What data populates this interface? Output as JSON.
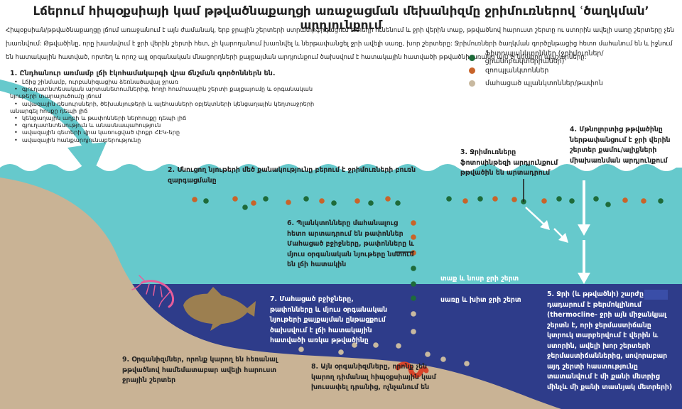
{
  "title": "Լճերում հիպօքսիայի կամ թթվածնաքաղցի առաջացման մեխանիզմը ջրիմուռներով ՙծաղկման՚ արդյունքում",
  "intro": "Հիպօքսիան/թթվածնաքաղցը լճում առաջանում է այն ժամանակ, երբ ջրային շերտերի ստրատիֆիկացում է տեղի ունենում և ջրի վերին տաք, թթվածնով հարուստ շերտը ու ստորին ավելի սառը շերտերը չեն խառնվում: Թթվածինը, որը խառնվում է ջրի վերին շերտի հետ, չի կարողանում խառնվել և ներթափանցել ջրի ավելի սառը, խոր շերտերը: Ջրիմուռների ծաղկման գործընթացից հետո մահանում են և իջնում են հատակային հատված, որտեղ և որոշ այլ օրգանական մնացորդների քայքայման արդյունքում ծախսվում է հատակային հատվածի թթվածնի առանց այն էլ նվազող պաշարները:",
  "step1": {
    "title": "1. Ընդհանուր առմամբ լճի էկոհամակարգի վրա ճնշման գործոններն են.",
    "items": [
      "Լճից շինմամբ, ուրբանիզացիա  ձեռնածավալ ջրառ",
      "գյուղատնտեսական արտանետումներից, հողի հումուսային շերտի քայքայումը և օրգանական նյութերի տարալուծումը լճում",
      "ավազային ռեսուրսների, ծեխանյութերի և ալեհասների օբյեկտների կենցաղային կեղտաջրերի անարգել հոսքը դեպի լիճ",
      "կենցաղային աղբի և թափոնների ներհոսքը դեպի լիճ",
      "գյուղատնտեսություն և անասնապահություն",
      "ավազային գետերի վրա կառուցված փոքր ՀԷԿ-երը",
      "ավազային հանքարդյունաբերությունը"
    ]
  },
  "legend": [
    {
      "label": "Ֆիտոպլանկտոններ (ջրիմուռներ/ցիանոբակտերիաներ)",
      "color": "#1e6b3a"
    },
    {
      "label": "զոոպլանկտոններ",
      "color": "#c8642a"
    },
    {
      "label": "մահացած պլանկտոններ/թափոն",
      "color": "#c8b9a0"
    }
  ],
  "labels": {
    "l2": "2. Սնուցող նյութերի մեծ քանակությունը բերում է ջրիմուռների բուռն զարգացմանը",
    "l3": "3. Ջրիմուռները ֆոտոսինթեզի արդյունքում թթվածին են արտադրում",
    "l4": "4. Մթնոլորտից թթվածինը ներթափանցում է ջրի վերին շերտեր քամու/ալիքների միախառնման արդյունքում",
    "l5": "5. Ջրի (և թթվածնի) շարժը դադարում է թերմոկլինում (thermocline- ջրի այն միջանկյալ շերտն է, որի ջերմաստիճանը կտրուկ տարբերվում է վերին և ստորին, ավելի խոր շերտերի ջերմաստիճաններից, սովորաբար այդ շերտի հաստությունը տատանվում է մի քանի մետրից մինչև մի քանի տասնյակ մետրերի)",
    "l6": "6. Պլանկտոնները մահանալուց հետո արտադրում են թափոններ Մահացած բջիջները, թափոնները և մյուս օրգանական նյութերը նստում են լճի հատակին",
    "l7": "7. Մահացած բջիջները, թափոնները և մյուս օրգանական նյութերի քայքայման ընթացքում ծախսվում է լճի հատակային հատվածի առկա թթվածինը",
    "l8": "8. Այն օրգանիզմները, որոնք չեն կարող դիմանալ հիպօքսիային կամ խուսափել դրանից, ոչնչանում են",
    "l9": "9. Օրգանիզմներ, որոնք կարող են հեռանալ թթվածնով համեմատաբար ավելի հարուստ ջրային շերտեր",
    "warm": "տաք և նոսր ջրի շերտ",
    "cold": "սառը և խիտ ջրի շերտ"
  },
  "colors": {
    "surface_water": "#66c9cc",
    "deep_water": "#2e3c8a",
    "sediment": "#c9b395",
    "fish": "#9c7f50",
    "shrimp": "#e85d9a",
    "worm": "#d9442a"
  }
}
